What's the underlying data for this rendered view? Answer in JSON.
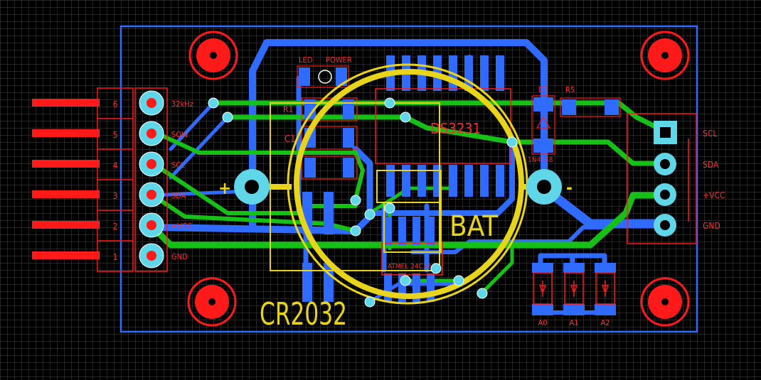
{
  "board": {
    "title": "CR2032",
    "battery_label": "BAT",
    "chip_label": "DS3231",
    "eeprom_label": "ATMEL 24C32",
    "battery_plus": "+",
    "battery_minus": "-",
    "diode_label": "1N4148",
    "d1_label": "D1",
    "r5_label": "R5",
    "r1_label": "R1",
    "c1_label": "C1",
    "led_label": "LED",
    "power_label": "POWER"
  },
  "left_header": {
    "pins": [
      {
        "num": "6",
        "signal": "32kHz"
      },
      {
        "num": "5",
        "signal": "SQW"
      },
      {
        "num": "4",
        "signal": "SCL"
      },
      {
        "num": "3",
        "signal": "SDA"
      },
      {
        "num": "2",
        "signal": "+VCC"
      },
      {
        "num": "1",
        "signal": "GND"
      }
    ]
  },
  "right_header": {
    "pins": [
      {
        "signal": "SCL"
      },
      {
        "signal": "SDA"
      },
      {
        "signal": "+VCC"
      },
      {
        "signal": "GND"
      }
    ]
  },
  "address_jumpers": [
    "A0",
    "A1",
    "A2"
  ],
  "colors": {
    "background": "#000000",
    "grid": "#4a4a4a",
    "bottom_copper": "#2f6bff",
    "top_copper": "#17c017",
    "silkscreen": "#e8d41a",
    "pads": "#ff1a1a",
    "vias": "#5fd7e8",
    "outline": "#2f6bff"
  }
}
